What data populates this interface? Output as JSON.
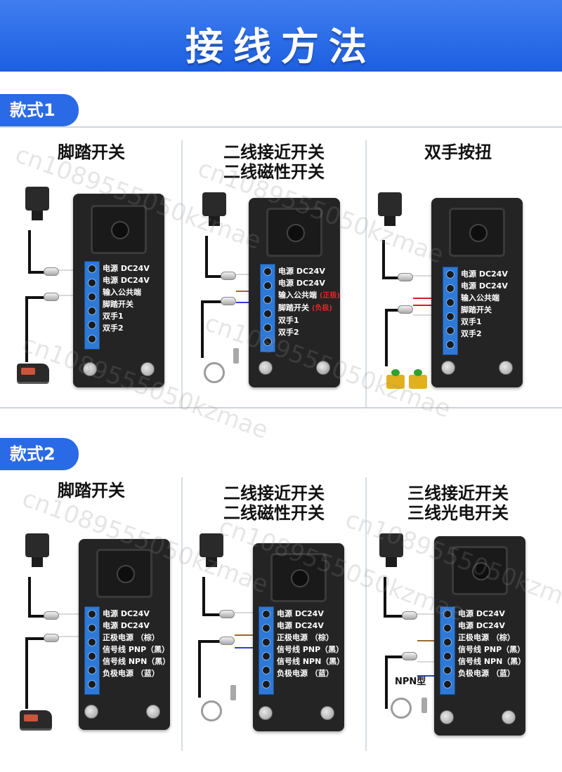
{
  "header": {
    "title": "接线方法",
    "color": "#1c5fe0"
  },
  "styles": [
    {
      "label": "款式1"
    },
    {
      "label": "款式2"
    }
  ],
  "panels": [
    {
      "title_lines": [
        "脚踏开关"
      ],
      "terminals": [
        {
          "text": "电源  DC24V"
        },
        {
          "text": "电源  DC24V"
        },
        {
          "text": "输入公共端"
        },
        {
          "text": "脚踏开关"
        },
        {
          "text": "双手1"
        },
        {
          "text": "双手2"
        }
      ]
    },
    {
      "title_lines": [
        "二线接近开关",
        "二线磁性开关"
      ],
      "terminals": [
        {
          "text": "电源  DC24V"
        },
        {
          "text": "电源  DC24V"
        },
        {
          "text": "输入公共端",
          "note": "(正极)"
        },
        {
          "text": "脚踏开关",
          "note": "(负极)"
        },
        {
          "text": "双手1"
        },
        {
          "text": "双手2"
        }
      ]
    },
    {
      "title_lines": [
        "双手按扭"
      ],
      "terminals": [
        {
          "text": "电源  DC24V"
        },
        {
          "text": "电源  DC24V"
        },
        {
          "text": "输入公共端"
        },
        {
          "text": "脚踏开关"
        },
        {
          "text": "双手1"
        },
        {
          "text": "双手2"
        }
      ]
    },
    {
      "title_lines": [
        "脚踏开关"
      ],
      "terminals": [
        {
          "text": "电源  DC24V"
        },
        {
          "text": "电源  DC24V"
        },
        {
          "text": "正极电源  （棕）"
        },
        {
          "text": "信号线 PNP（黑）"
        },
        {
          "text": "信号线 NPN（黑）"
        },
        {
          "text": "负极电源  （蓝）"
        }
      ]
    },
    {
      "title_lines": [
        "二线接近开关",
        "二线磁性开关"
      ],
      "terminals": [
        {
          "text": "电源  DC24V"
        },
        {
          "text": "电源  DC24V"
        },
        {
          "text": "正极电源  （棕）"
        },
        {
          "text": "信号线 PNP（黑）"
        },
        {
          "text": "信号线 NPN（黑）"
        },
        {
          "text": "负极电源  （蓝）"
        }
      ]
    },
    {
      "title_lines": [
        "三线接近开关",
        "三线光电开关"
      ],
      "npn_label": "NPN型",
      "terminals": [
        {
          "text": "电源  DC24V"
        },
        {
          "text": "电源  DC24V"
        },
        {
          "text": "正极电源  （棕）"
        },
        {
          "text": "信号线 PNP（黑）"
        },
        {
          "text": "信号线 NPN（黑）"
        },
        {
          "text": "负极电源  （蓝）"
        }
      ]
    }
  ],
  "watermark": "cn1089555050kzmae",
  "colors": {
    "terminal": "#2e79d6",
    "tab": "#2a6ae6",
    "wire_brown": "#9a6b2d",
    "wire_blue": "#2a3fd0",
    "wire_red": "#d42020"
  }
}
